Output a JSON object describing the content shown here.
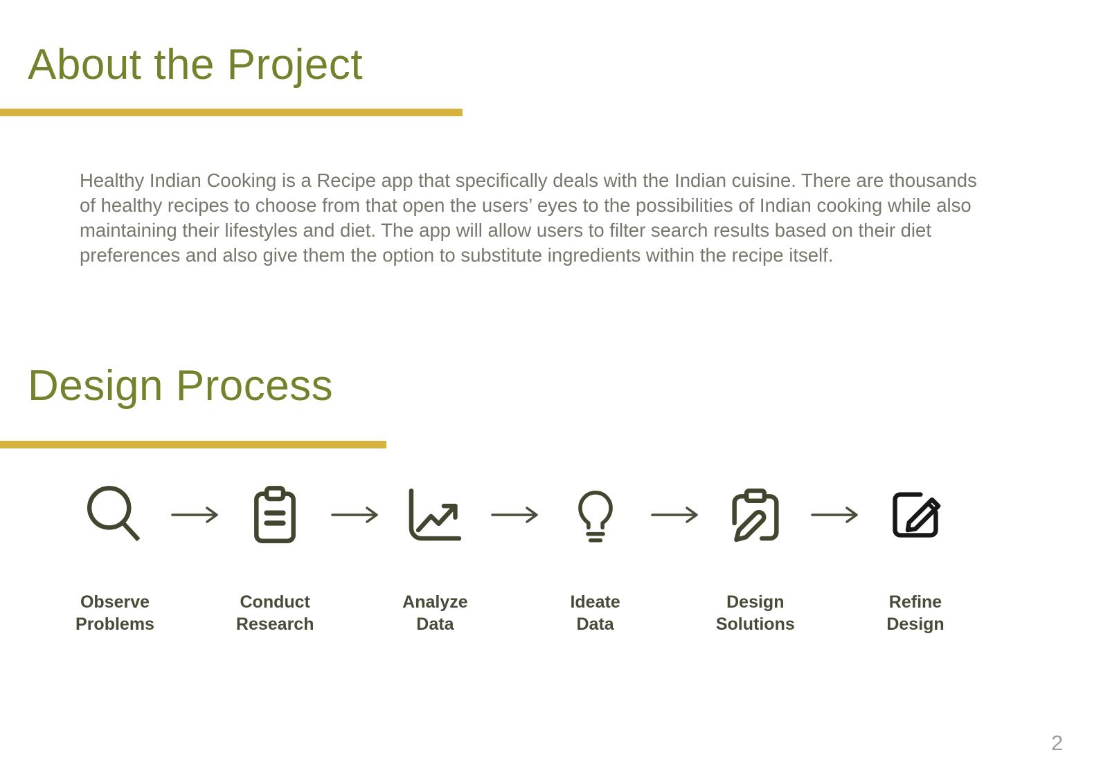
{
  "slide": {
    "page_number": "2",
    "colors": {
      "heading_green": "#72832c",
      "accent_gold": "#d6b33e",
      "body_text_gray": "#75796b",
      "icon_olive": "#42462e",
      "icon_black": "#17181a",
      "label_dark": "#474b38",
      "page_number_gray": "#9b9d99"
    },
    "about": {
      "title": "About the Project",
      "paragraph": "Healthy Indian Cooking is a Recipe app that specifically deals with the Indian cuisine. There are thousands of healthy recipes to choose from that open the users’ eyes to the possibilities of Indian cooking while also maintaining their lifestyles and diet. The app will allow users to filter search results based on their diet preferences and also give them the option to substitute ingredients within the recipe itself."
    },
    "process": {
      "title": "Design Process",
      "steps": [
        {
          "icon": "search-icon",
          "label_line1": "Observe",
          "label_line2": "Problems"
        },
        {
          "icon": "clipboard-icon",
          "label_line1": "Conduct",
          "label_line2": "Research"
        },
        {
          "icon": "chart-icon",
          "label_line1": "Analyze",
          "label_line2": "Data"
        },
        {
          "icon": "lightbulb-icon",
          "label_line1": "Ideate",
          "label_line2": "Data"
        },
        {
          "icon": "clipboard-pencil-icon",
          "label_line1": "Design",
          "label_line2": "Solutions"
        },
        {
          "icon": "edit-square-icon",
          "label_line1": "Refine",
          "label_line2": "Design"
        }
      ]
    }
  }
}
